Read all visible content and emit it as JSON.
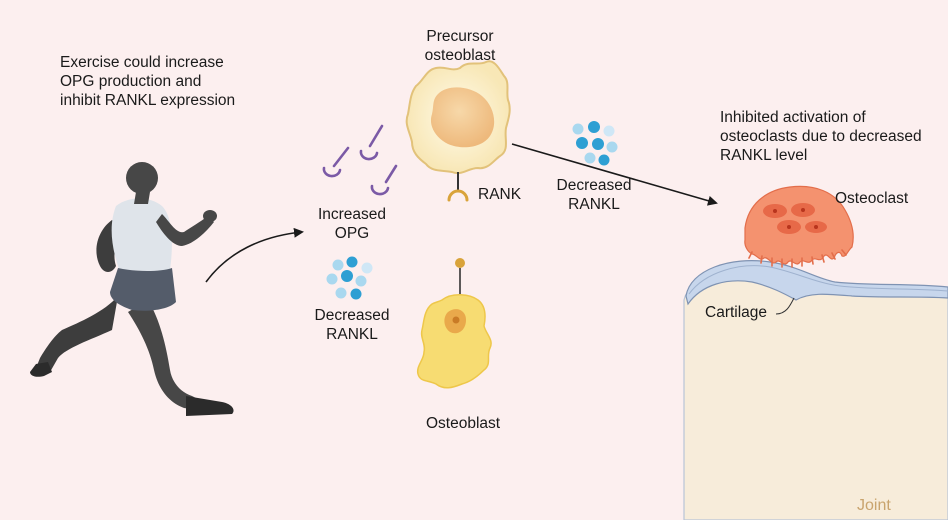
{
  "texts": {
    "exercise": [
      "Exercise could increase",
      "OPG production and",
      "inhibit RANKL expression"
    ],
    "precursor": [
      "Precursor",
      "osteoblast"
    ],
    "rank": "RANK",
    "increased_opg": [
      "Increased",
      "OPG"
    ],
    "decreased_rankl_left": [
      "Decreased",
      "RANKL"
    ],
    "decreased_rankl_mid": [
      "Decreased",
      "RANKL"
    ],
    "osteoblast": "Osteoblast",
    "inhibited": [
      "Inhibited activation of",
      "osteoclasts due to decreased",
      "RANKL level"
    ],
    "osteoclast": "Osteoclast",
    "cartilage": "Cartilage",
    "joint": "Joint"
  },
  "colors": {
    "background": "#fcefef",
    "runner": "#4a4a4a",
    "runner_shirt": "#dfe4ea",
    "runner_shorts": "#545c6a",
    "opg": "#7b5aa6",
    "rankl_light": "#a9d8ef",
    "rankl_dark": "#2e9fd3",
    "precursor_cell": "#fdf3d6",
    "precursor_nucleus": "#f3c995",
    "osteoblast": "#f7dc72",
    "osteoclast": "#f4926f",
    "cartilage": "#c7d6ec",
    "bone": "#f7ecda"
  },
  "icons": [
    "runner-icon",
    "opg-molecule-icon",
    "rankl-cluster-icon",
    "precursor-osteoblast-icon",
    "rank-receptor-icon",
    "osteoblast-icon",
    "osteoclast-icon",
    "joint-bone-icon"
  ]
}
